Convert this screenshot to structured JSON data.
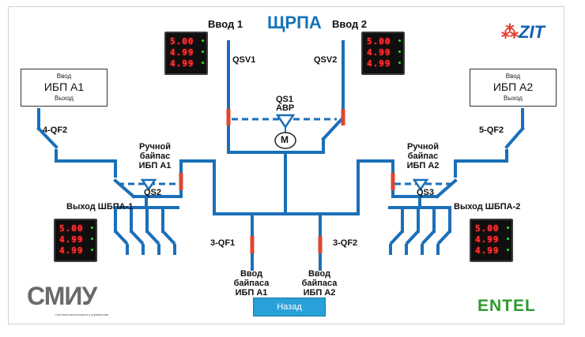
{
  "title": "ЩРПА",
  "feeds": {
    "input1": "Ввод 1",
    "input2": "Ввод 2"
  },
  "switches": {
    "qsv1": "QSV1",
    "qsv2": "QSV2",
    "qs1": "QS1",
    "avr": "АВР",
    "qf2_4": "4-QF2",
    "qf2_5": "5-QF2",
    "qs2": "QS2",
    "qs3": "QS3",
    "qf1_3": "3-QF1",
    "qf2_3": "3-QF2",
    "motor": "M"
  },
  "ups_a1": {
    "top": "Ввод",
    "name": "ИБП А1",
    "bottom": "Выход"
  },
  "ups_a2": {
    "top": "Ввод",
    "name": "ИБП А2",
    "bottom": "Выход"
  },
  "bypass_a1": {
    "line1": "Ручной",
    "line2": "байпас",
    "line3": "ИБП А1"
  },
  "bypass_a2": {
    "line1": "Ручной",
    "line2": "байпас",
    "line3": "ИБП А2"
  },
  "outputs": {
    "left": "Выход ШБПА-1",
    "right": "Выход ШБПА-2"
  },
  "bypass_inputs": {
    "a1": {
      "line1": "Ввод",
      "line2": "байпаса",
      "line3": "ИБП А1"
    },
    "a2": {
      "line1": "Ввод",
      "line2": "байпаса",
      "line3": "ИБП А2"
    }
  },
  "meter_readings": [
    "5.00",
    "4.99",
    "4.99"
  ],
  "back_button": "Назад",
  "logos": {
    "zit": "ZIT",
    "smiu": "СМИУ",
    "smiu_sub": "Система мониторинга и управления",
    "entel": "ENTEL"
  },
  "colors": {
    "bus": "#1a6fb8",
    "breaker": "#e0452f",
    "title": "#1673b8"
  }
}
